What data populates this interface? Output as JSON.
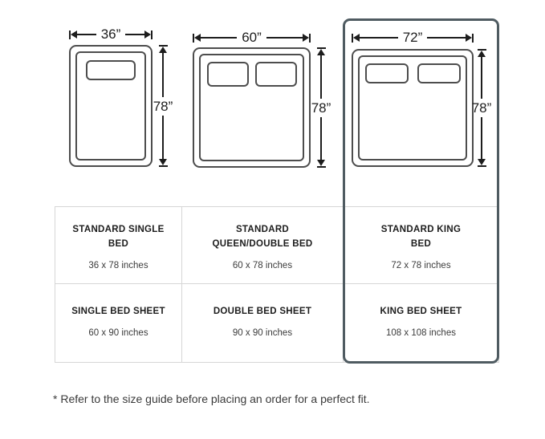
{
  "diagram": {
    "beds": [
      {
        "name": "single",
        "width_label": "36”",
        "height_label": "78”"
      },
      {
        "name": "queen_double",
        "width_label": "60”",
        "height_label": "78”"
      },
      {
        "name": "king",
        "width_label": "72”",
        "height_label": "78”"
      }
    ]
  },
  "size_table": {
    "rows": [
      {
        "cells": [
          {
            "title": "STANDARD SINGLE\nBED",
            "size": "36 x 78 inches"
          },
          {
            "title": "STANDARD\nQUEEN/DOUBLE BED",
            "size": "60 x 78 inches"
          },
          {
            "title": "STANDARD KING\nBED",
            "size": "72 x 78 inches"
          }
        ]
      },
      {
        "cells": [
          {
            "title": "SINGLE BED SHEET",
            "size": "60 x 90 inches"
          },
          {
            "title": "DOUBLE BED SHEET",
            "size": "90 x 90 inches"
          },
          {
            "title": "KING BED SHEET",
            "size": "108 x 108 inches"
          }
        ]
      }
    ]
  },
  "footnote": "* Refer to the size guide before placing an order for a perfect fit.",
  "colors": {
    "bed_outline": "#4d4d4d",
    "arrow": "#1d1d1d",
    "table_border": "#d6d6d6",
    "highlight_border": "#4f5b61",
    "title_text": "#1c1c1c",
    "size_text": "#3c3c3c"
  }
}
